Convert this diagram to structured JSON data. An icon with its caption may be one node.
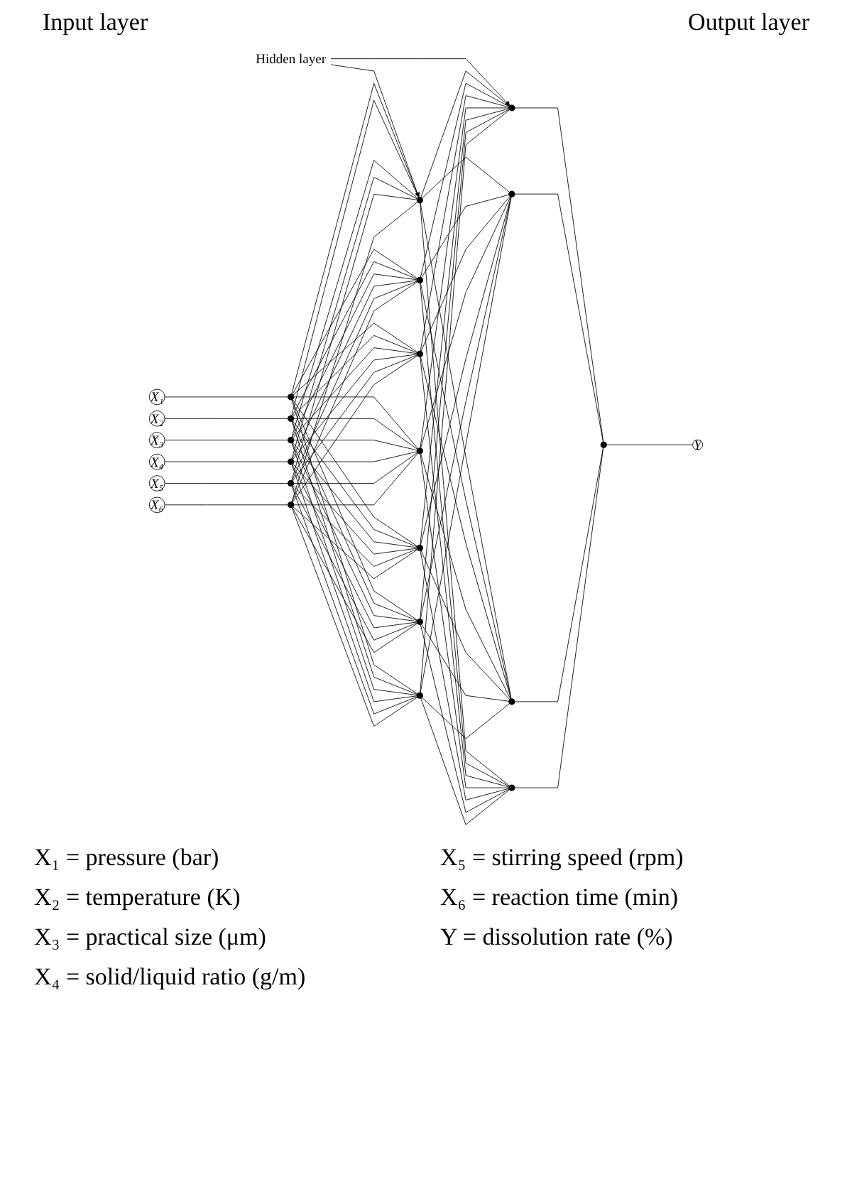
{
  "diagram": {
    "nodes": [
      {
        "text": [
          "Hidden layer"
        ]
      },
      {
        "text": [
          "X₁"
        ]
      },
      {
        "text": [
          "X₂"
        ]
      },
      {
        "text": [
          "X₃"
        ]
      },
      {
        "text": [
          "X₄"
        ]
      },
      {
        "text": [
          "X₅"
        ]
      },
      {
        "text": [
          "X₆"
        ]
      },
      {
        "text": [],
        "shape": "circle"
      },
      {
        "text": [],
        "shape": "circle"
      },
      {
        "text": [],
        "shape": "circle"
      },
      {
        "text": [],
        "shape": "circle"
      },
      {
        "text": [],
        "shape": "circle"
      },
      {
        "text": [],
        "shape": "circle"
      },
      {
        "text": [],
        "shape": "circle"
      },
      {
        "text": [],
        "shape": "circle"
      },
      {
        "text": [],
        "shape": "circle"
      },
      {
        "text": [],
        "shape": "circle"
      },
      {
        "text": [],
        "shape": "circle"
      },
      {
        "text": [],
        "shape": "circle"
      },
      {
        "text": [],
        "shape": "circle"
      },
      {
        "text": [],
        "shape": "circle"
      },
      {
        "text": [],
        "shape": "circle"
      },
      {
        "text": [],
        "shape": "circle"
      },
      {
        "text": [],
        "shape": "circle"
      },
      {
        "text": [],
        "shape": "circle"
      },
      {
        "text": [
          "Y"
        ]
      }
    ],
    "edges": [
      {
        "from": 0,
        "to": 13,
        "arrow": "to"
      },
      {
        "from": 0,
        "to": 20,
        "arrow": "to"
      },
      {
        "from": 1,
        "to": 7,
        "arrow": "none"
      },
      {
        "from": 2,
        "to": 8,
        "arrow": "none"
      },
      {
        "from": 3,
        "to": 9,
        "arrow": "none"
      },
      {
        "from": 4,
        "to": 10,
        "arrow": "none"
      },
      {
        "from": 5,
        "to": 11,
        "arrow": "none"
      },
      {
        "from": 6,
        "to": 12,
        "arrow": "none"
      },
      {
        "from": 7,
        "to": 13,
        "arrow": "none"
      },
      {
        "from": 7,
        "to": 14,
        "arrow": "none"
      },
      {
        "from": 7,
        "to": 15,
        "arrow": "none"
      },
      {
        "from": 7,
        "to": 16,
        "arrow": "none"
      },
      {
        "from": 7,
        "to": 17,
        "arrow": "none"
      },
      {
        "from": 7,
        "to": 18,
        "arrow": "none"
      },
      {
        "from": 7,
        "to": 19,
        "arrow": "none"
      },
      {
        "from": 8,
        "to": 13,
        "arrow": "none"
      },
      {
        "from": 8,
        "to": 14,
        "arrow": "none"
      },
      {
        "from": 8,
        "to": 15,
        "arrow": "none"
      },
      {
        "from": 8,
        "to": 16,
        "arrow": "none"
      },
      {
        "from": 8,
        "to": 17,
        "arrow": "none"
      },
      {
        "from": 8,
        "to": 18,
        "arrow": "none"
      },
      {
        "from": 8,
        "to": 19,
        "arrow": "none"
      },
      {
        "from": 9,
        "to": 13,
        "arrow": "none"
      },
      {
        "from": 9,
        "to": 14,
        "arrow": "none"
      },
      {
        "from": 9,
        "to": 15,
        "arrow": "none"
      },
      {
        "from": 9,
        "to": 16,
        "arrow": "none"
      },
      {
        "from": 9,
        "to": 17,
        "arrow": "none"
      },
      {
        "from": 9,
        "to": 18,
        "arrow": "none"
      },
      {
        "from": 9,
        "to": 19,
        "arrow": "none"
      },
      {
        "from": 10,
        "to": 13,
        "arrow": "none"
      },
      {
        "from": 10,
        "to": 14,
        "arrow": "none"
      },
      {
        "from": 10,
        "to": 15,
        "arrow": "none"
      },
      {
        "from": 10,
        "to": 16,
        "arrow": "none"
      },
      {
        "from": 10,
        "to": 17,
        "arrow": "none"
      },
      {
        "from": 10,
        "to": 18,
        "arrow": "none"
      },
      {
        "from": 10,
        "to": 19,
        "arrow": "none"
      },
      {
        "from": 11,
        "to": 13,
        "arrow": "none"
      },
      {
        "from": 11,
        "to": 14,
        "arrow": "none"
      },
      {
        "from": 11,
        "to": 15,
        "arrow": "none"
      },
      {
        "from": 11,
        "to": 16,
        "arrow": "none"
      },
      {
        "from": 11,
        "to": 17,
        "arrow": "none"
      },
      {
        "from": 11,
        "to": 18,
        "arrow": "none"
      },
      {
        "from": 11,
        "to": 19,
        "arrow": "none"
      },
      {
        "from": 12,
        "to": 13,
        "arrow": "none"
      },
      {
        "from": 12,
        "to": 14,
        "arrow": "none"
      },
      {
        "from": 12,
        "to": 15,
        "arrow": "none"
      },
      {
        "from": 12,
        "to": 16,
        "arrow": "none"
      },
      {
        "from": 12,
        "to": 17,
        "arrow": "none"
      },
      {
        "from": 12,
        "to": 18,
        "arrow": "none"
      },
      {
        "from": 12,
        "to": 19,
        "arrow": "none"
      },
      {
        "from": 13,
        "to": 20,
        "arrow": "none"
      },
      {
        "from": 13,
        "to": 21,
        "arrow": "none"
      },
      {
        "from": 13,
        "to": 22,
        "arrow": "none"
      },
      {
        "from": 13,
        "to": 23,
        "arrow": "none"
      },
      {
        "from": 14,
        "to": 20,
        "arrow": "none"
      },
      {
        "from": 14,
        "to": 21,
        "arrow": "none"
      },
      {
        "from": 14,
        "to": 22,
        "arrow": "none"
      },
      {
        "from": 14,
        "to": 23,
        "arrow": "none"
      },
      {
        "from": 15,
        "to": 20,
        "arrow": "none"
      },
      {
        "from": 15,
        "to": 21,
        "arrow": "none"
      },
      {
        "from": 15,
        "to": 22,
        "arrow": "none"
      },
      {
        "from": 15,
        "to": 23,
        "arrow": "none"
      },
      {
        "from": 16,
        "to": 20,
        "arrow": "none"
      },
      {
        "from": 16,
        "to": 21,
        "arrow": "none"
      },
      {
        "from": 16,
        "to": 22,
        "arrow": "none"
      },
      {
        "from": 16,
        "to": 23,
        "arrow": "none"
      },
      {
        "from": 17,
        "to": 20,
        "arrow": "none"
      },
      {
        "from": 17,
        "to": 21,
        "arrow": "none"
      },
      {
        "from": 17,
        "to": 22,
        "arrow": "none"
      },
      {
        "from": 17,
        "to": 23,
        "arrow": "none"
      },
      {
        "from": 18,
        "to": 20,
        "arrow": "none"
      },
      {
        "from": 18,
        "to": 21,
        "arrow": "none"
      },
      {
        "from": 18,
        "to": 22,
        "arrow": "none"
      },
      {
        "from": 18,
        "to": 23,
        "arrow": "none"
      },
      {
        "from": 19,
        "to": 20,
        "arrow": "none"
      },
      {
        "from": 19,
        "to": 21,
        "arrow": "none"
      },
      {
        "from": 19,
        "to": 22,
        "arrow": "none"
      },
      {
        "from": 19,
        "to": 23,
        "arrow": "none"
      },
      {
        "from": 20,
        "to": 24,
        "arrow": "none"
      },
      {
        "from": 21,
        "to": 24,
        "arrow": "none"
      },
      {
        "from": 22,
        "to": 24,
        "arrow": "none"
      },
      {
        "from": 23,
        "to": 24,
        "arrow": "none"
      },
      {
        "from": 24,
        "to": 25,
        "arrow": "none"
      }
    ],
    "labels": [
      "Input layer",
      "Output layer",
      "X₁ = pressure (bar)",
      "X₅ = stirring speed (rpm)",
      "X₂ = temperature (K)",
      "X₆ = reaction time (min)",
      "X₃ = practical size (μm)",
      "Y = dissolution rate (%)",
      "X₄ = solid/liquid ratio (g/m)"
    ]
  }
}
